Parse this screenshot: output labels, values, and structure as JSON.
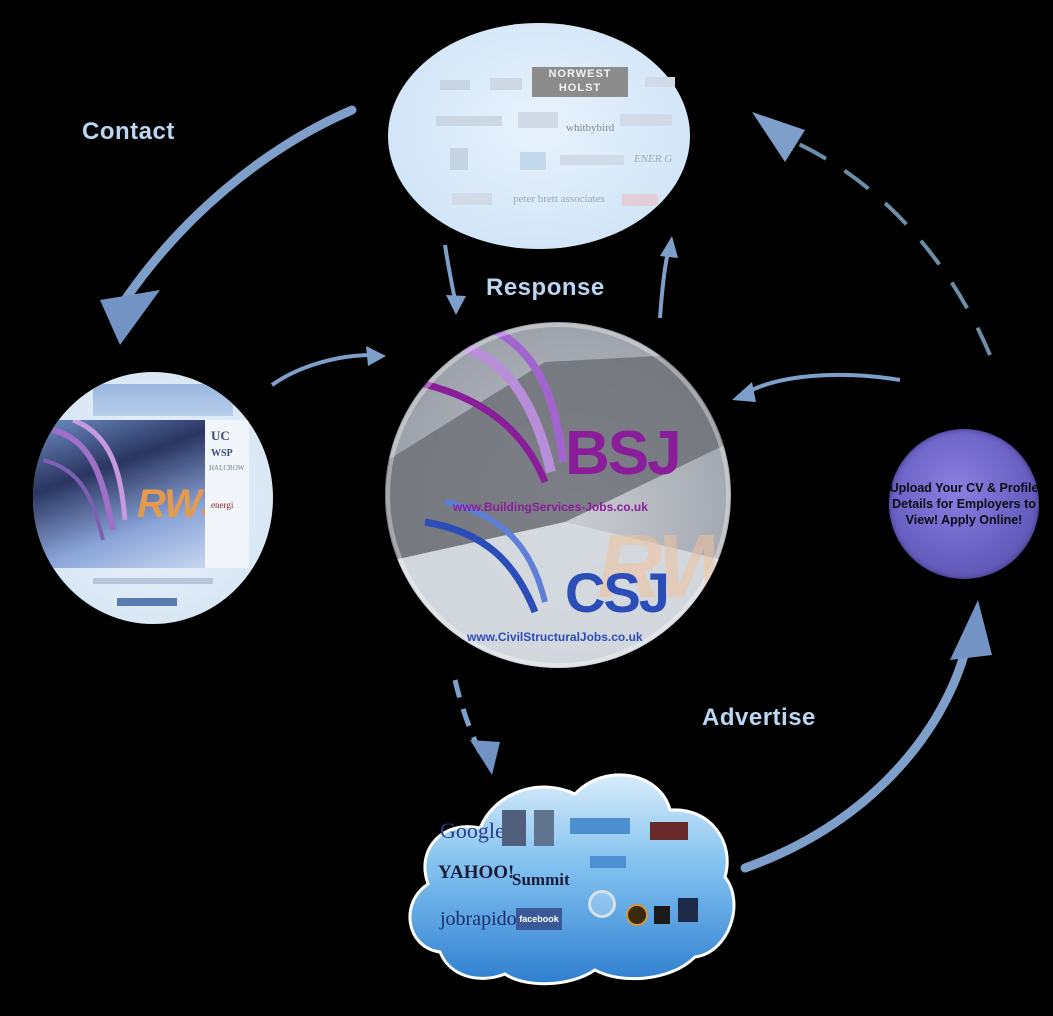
{
  "labels": {
    "contact": "Contact",
    "response": "Response",
    "advertise": "Advertise"
  },
  "center": {
    "bsj": "BSJ",
    "bsj_url": "www.BuildingServices-Jobs.co.uk",
    "csj": "CSJ",
    "csj_url": "www.CivilStructuralJobs.co.uk",
    "rws": "RWS"
  },
  "left_site": {
    "rws": "RWS",
    "sidebar_logos": [
      "UC",
      "WSP",
      "HALCROW",
      "energi"
    ]
  },
  "cv_box": {
    "text": "Upload Your CV & Profile Details for Employers to View! Apply Online!"
  },
  "employers": {
    "logos": [
      "NORWEST HOLST",
      "whitbybird",
      "ENER G",
      "peter brett associates"
    ]
  },
  "cloud": {
    "logos": [
      "Google",
      "YAHOO!",
      "Summit",
      "jobrapido",
      "facebook"
    ]
  },
  "colors": {
    "background": "#000000",
    "label": "#b9d7f2",
    "bsj_purple": "#8a1d9a",
    "csj_blue": "#2c4db8",
    "arrow": "#7f9fcb",
    "cv_purple": "#6b61c4"
  }
}
